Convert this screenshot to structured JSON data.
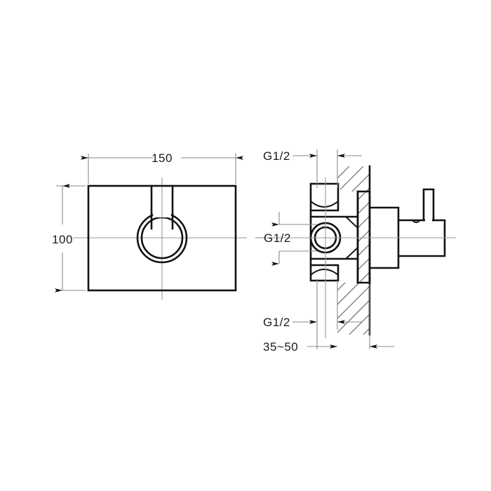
{
  "drawing": {
    "title": "Concealed Shower Mixer Valve — Technical Dimension Drawing",
    "background_color": "#ffffff",
    "line_color": "#111111",
    "dimension_line_color": "#8a8a8a",
    "units": "mm",
    "views": [
      {
        "name": "front-view",
        "description": "Front elevation of rectangular escutcheon plate with circular handle ring"
      },
      {
        "name": "section-view",
        "description": "Side sectional view through wall showing valve body, wall thickness and lever handle"
      }
    ]
  },
  "front_view": {
    "width_dimension": {
      "label": "150",
      "name": "plate-width"
    },
    "height_dimension": {
      "label": "100",
      "name": "plate-height"
    }
  },
  "section_view": {
    "inlet_top": {
      "label": "G1/2",
      "name": "top-inlet-thread"
    },
    "outlet_center": {
      "label": "G1/2",
      "name": "center-outlet-thread"
    },
    "inlet_bottom": {
      "label": "G1/2",
      "name": "bottom-inlet-thread"
    },
    "wall_thickness": {
      "label": "35~50",
      "name": "wall-thickness-range"
    }
  },
  "labels": [
    {
      "id": "dim-150",
      "text": "150"
    },
    {
      "id": "dim-100",
      "text": "100"
    },
    {
      "id": "thread-top",
      "text": "G1/2"
    },
    {
      "id": "thread-mid",
      "text": "G1/2"
    },
    {
      "id": "thread-bot",
      "text": "G1/2"
    },
    {
      "id": "wall-range",
      "text": "35~50"
    }
  ]
}
